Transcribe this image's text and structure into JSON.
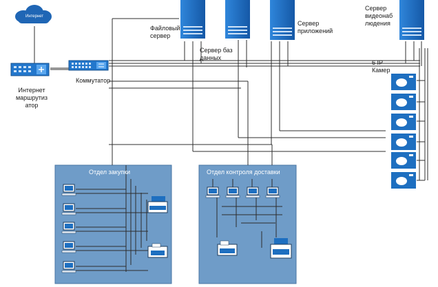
{
  "colors": {
    "line": "#2c2c2c",
    "server_blue": "#1e6fc0",
    "server_light": "#5aa6ee",
    "dept_bg": "#6d9ac6",
    "dept_border": "#4a76a3",
    "cloud": "#1f66b5",
    "camera_blue": "#1e6fc0"
  },
  "labels": {
    "internet": "Интернет",
    "router": "Интернет\nмаршрутиз\nатор",
    "switch": "Коммутатор",
    "file_server": "Файловый\nсервер",
    "db_server": "Сервер баз\nданных",
    "app_server": "Сервер\nприложений",
    "video_server": "Сервер\nвидеонаб\nлюдения",
    "cameras": "6 IP\nКамер"
  },
  "departments": [
    {
      "title": "Отдел закупки"
    },
    {
      "title": "Отдел контроля доставки"
    }
  ],
  "icons": {
    "server": "server-tower-icon",
    "camera": "ip-camera-icon",
    "pc": "computer-icon",
    "printer": "printer-icon",
    "cloud": "cloud-icon",
    "router": "router-icon",
    "switch": "switch-icon"
  }
}
